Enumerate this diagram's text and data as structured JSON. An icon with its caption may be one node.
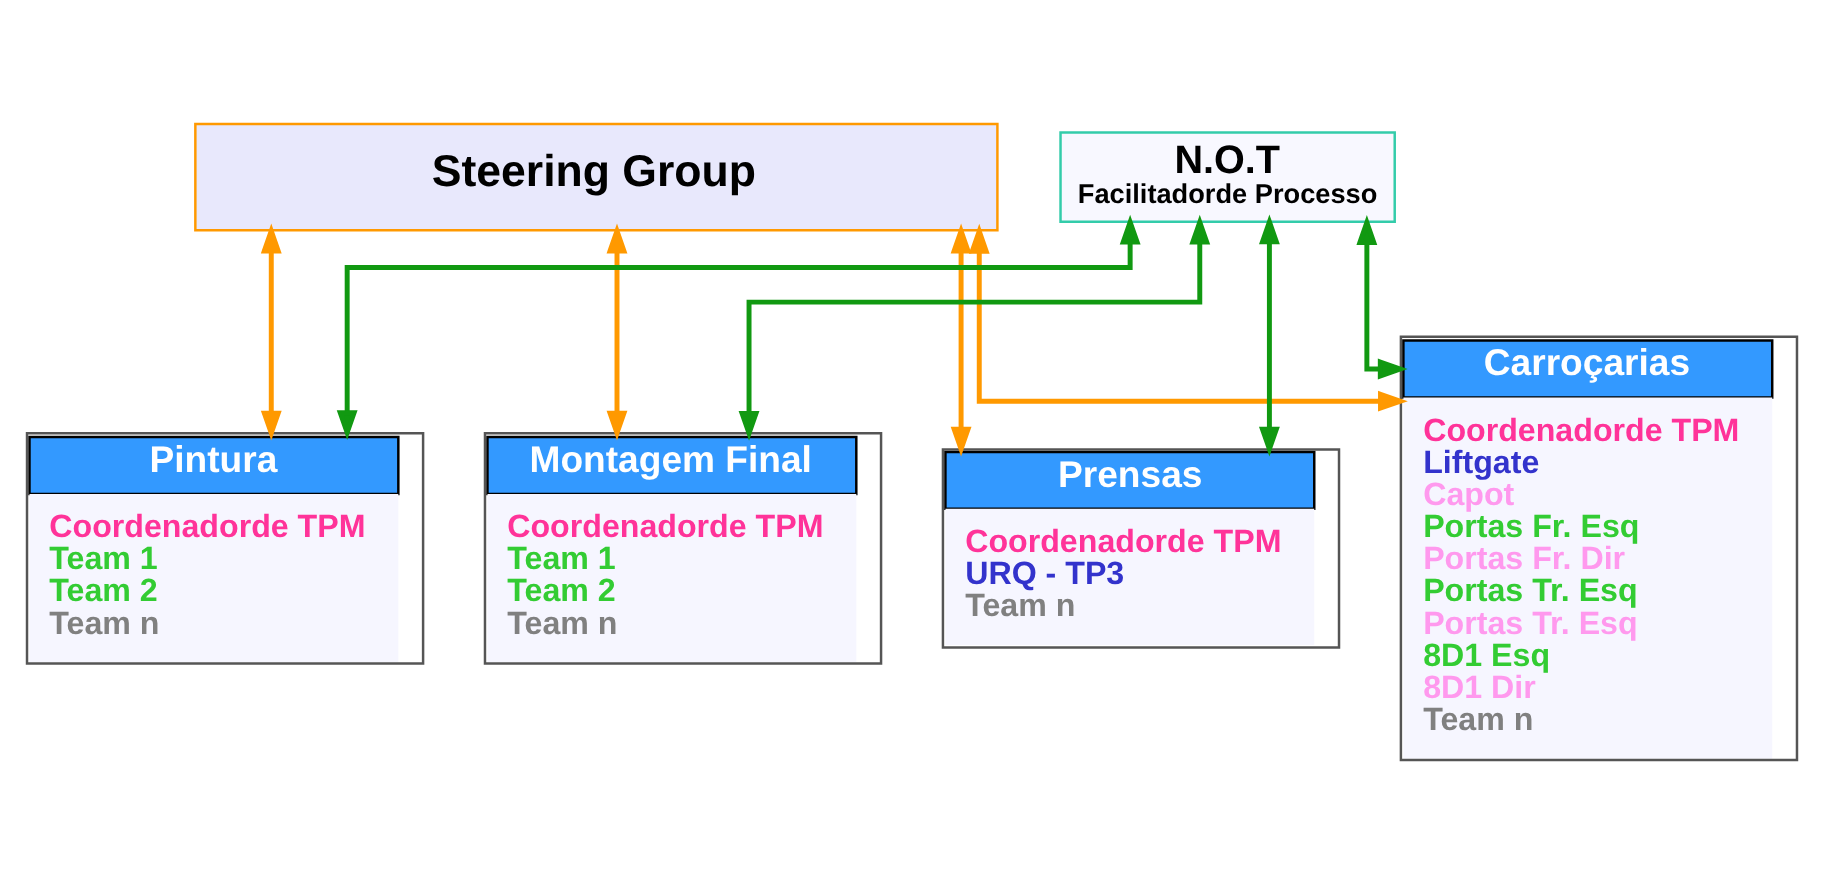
{
  "diagram": {
    "nodes": [
      {
        "text": [
          "Steering Group"
        ]
      },
      {
        "text": [
          "N.O.T",
          "Facilitadorde Processo"
        ]
      },
      {
        "text": [
          "Prensas",
          "Coordenadorde TPM",
          "URQ - TP3",
          "Team n"
        ]
      },
      {
        "text": [
          "Carroçarias",
          "Coordenadorde TPM",
          "Liftgate",
          "Capot",
          "Portas Fr. Esq",
          "Portas Fr. Dir",
          "Portas Tr. Esq",
          "Portas Tr. Esq",
          "8D1 Esq",
          "8D1 Dir",
          "Team n"
        ]
      },
      {
        "text": [
          "Pintura",
          "Coordenadorde TPM",
          "Team 1",
          "Team 2",
          "Team n"
        ]
      },
      {
        "text": [
          "Montagem Final",
          "Coordenadorde TPM",
          "Team 1",
          "Team 2",
          "Team n"
        ]
      }
    ],
    "edges": [
      {
        "from": 0,
        "to": 2,
        "arrow": "both",
        "color": "#ff9900"
      },
      {
        "from": 0,
        "to": 3,
        "arrow": "both",
        "color": "#ff9900"
      },
      {
        "from": 0,
        "to": 4,
        "arrow": "both",
        "color": "#ff9900"
      },
      {
        "from": 0,
        "to": 5,
        "arrow": "both",
        "color": "#ff9900"
      },
      {
        "from": 1,
        "to": 2,
        "arrow": "both",
        "color": "#119911"
      },
      {
        "from": 1,
        "to": 3,
        "arrow": "both",
        "color": "#119911"
      },
      {
        "from": 1,
        "to": 4,
        "arrow": "both",
        "color": "#119911"
      },
      {
        "from": 1,
        "to": 5,
        "arrow": "both",
        "color": "#119911"
      }
    ]
  }
}
